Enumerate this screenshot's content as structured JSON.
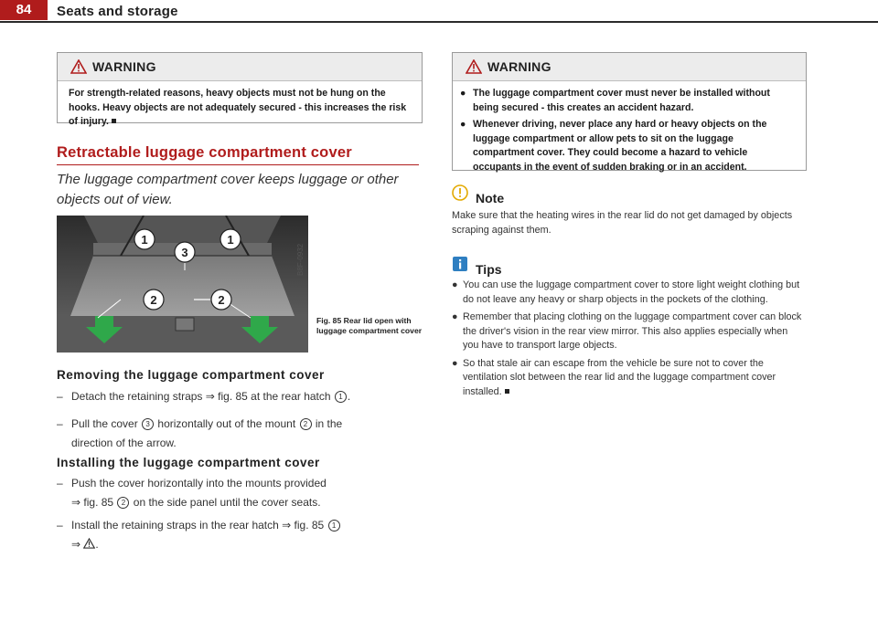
{
  "header": {
    "page_number": "84",
    "section": "Seats and storage"
  },
  "warning_left": {
    "title": "WARNING",
    "text": "For strength-related reasons, heavy objects must not be hung on the hooks. Heavy objects are not adequately secured - this increases the risk of injury."
  },
  "section": {
    "title": "Retractable luggage compartment cover",
    "intro": "The luggage compartment cover keeps luggage or other objects out of view."
  },
  "figure": {
    "caption": "Fig. 85  Rear lid open with luggage compartment cover",
    "id_code": "B8F-0932",
    "callouts": [
      "1",
      "3",
      "1",
      "2",
      "2"
    ]
  },
  "removing": {
    "title": "Removing the luggage compartment cover",
    "step1": "Detach the retaining straps",
    "step1_ref": "⇒ fig. 85 at the rear hatch",
    "step1_num": "1",
    "step2_a": "Pull the cover",
    "step2_num_a": "3",
    "step2_b": "horizontally out of the mount",
    "step2_num_b": "2",
    "step2_c": "in the",
    "step2_cont": "direction of the arrow."
  },
  "installing": {
    "title": "Installing the luggage compartment cover",
    "step1": "Push the cover horizontally into the mounts provided",
    "step1_cont_a": "⇒ fig. 85",
    "step1_num": "2",
    "step1_cont_b": "on the side panel until the cover seats.",
    "step2": "Install the retaining straps in the rear hatch ⇒ fig. 85",
    "step2_num": "1",
    "step2_cont": "⇒"
  },
  "warning_right": {
    "title": "WARNING",
    "bullet1": "The luggage compartment cover must never be installed without being secured - this creates an accident hazard.",
    "bullet2": "Whenever driving, never place any hard or heavy objects on the luggage compartment or allow pets to sit on the luggage compartment cover. They could become a hazard to vehicle occupants in the event of sudden braking or in an accident."
  },
  "note": {
    "title": "Note",
    "text": "Make sure that the heating wires in the rear lid do not get damaged by objects scraping against them."
  },
  "tips": {
    "title": "Tips",
    "items": [
      "You can use the luggage compartment cover to store light weight clothing but do not leave any heavy or sharp objects in the pockets of the clothing.",
      "Remember that placing clothing on the luggage compartment cover can block the driver's vision in the rear view mirror. This also applies especially when you have to transport large objects.",
      "So that stale air can escape from the vehicle be sure not to cover the ventilation slot between the rear lid and the luggage compartment cover installed."
    ]
  },
  "colors": {
    "accent": "#b01c1c",
    "box_header": "#ececec",
    "warning_yellow": "#f2c200",
    "note_yellow": "#f0c000",
    "tips_blue": "#2f7fc1"
  }
}
